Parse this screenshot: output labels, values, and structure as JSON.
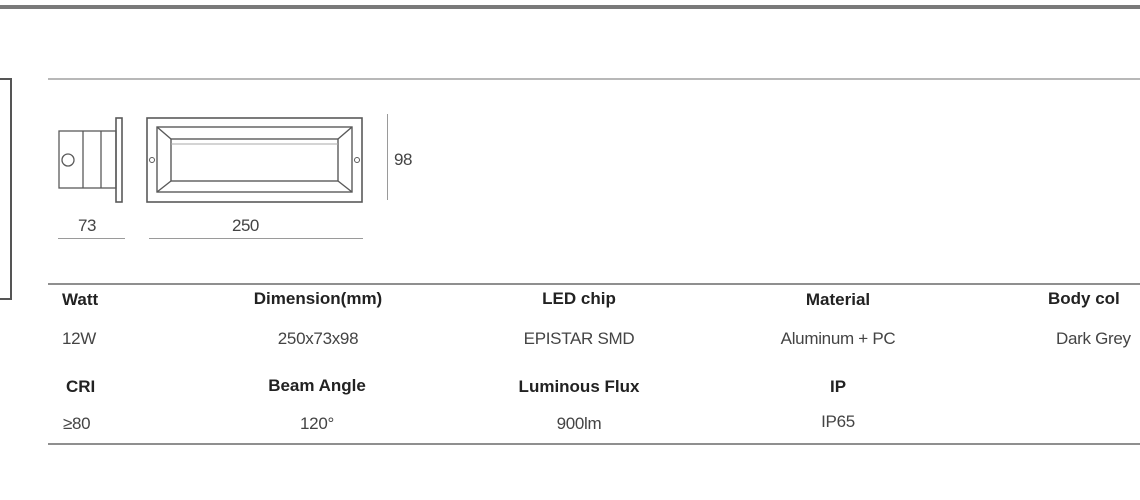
{
  "drawing": {
    "side_view_dimension": "73",
    "front_view_width": "250",
    "front_view_height": "98"
  },
  "specs": {
    "row1": {
      "headers": [
        "Watt",
        "Dimension(mm)",
        "LED chip",
        "Material",
        "Body col"
      ],
      "values": [
        "12W",
        "250x73x98",
        "EPISTAR SMD",
        "Aluminum + PC",
        "Dark Grey"
      ]
    },
    "row2": {
      "headers": [
        "CRI",
        "Beam Angle",
        "Luminous Flux",
        "IP"
      ],
      "values": [
        "≥80",
        "120°",
        "900lm",
        "IP65"
      ]
    }
  },
  "colors": {
    "rule": "#8f8f8f",
    "line_drawing": "#555555",
    "text": "#333333"
  }
}
